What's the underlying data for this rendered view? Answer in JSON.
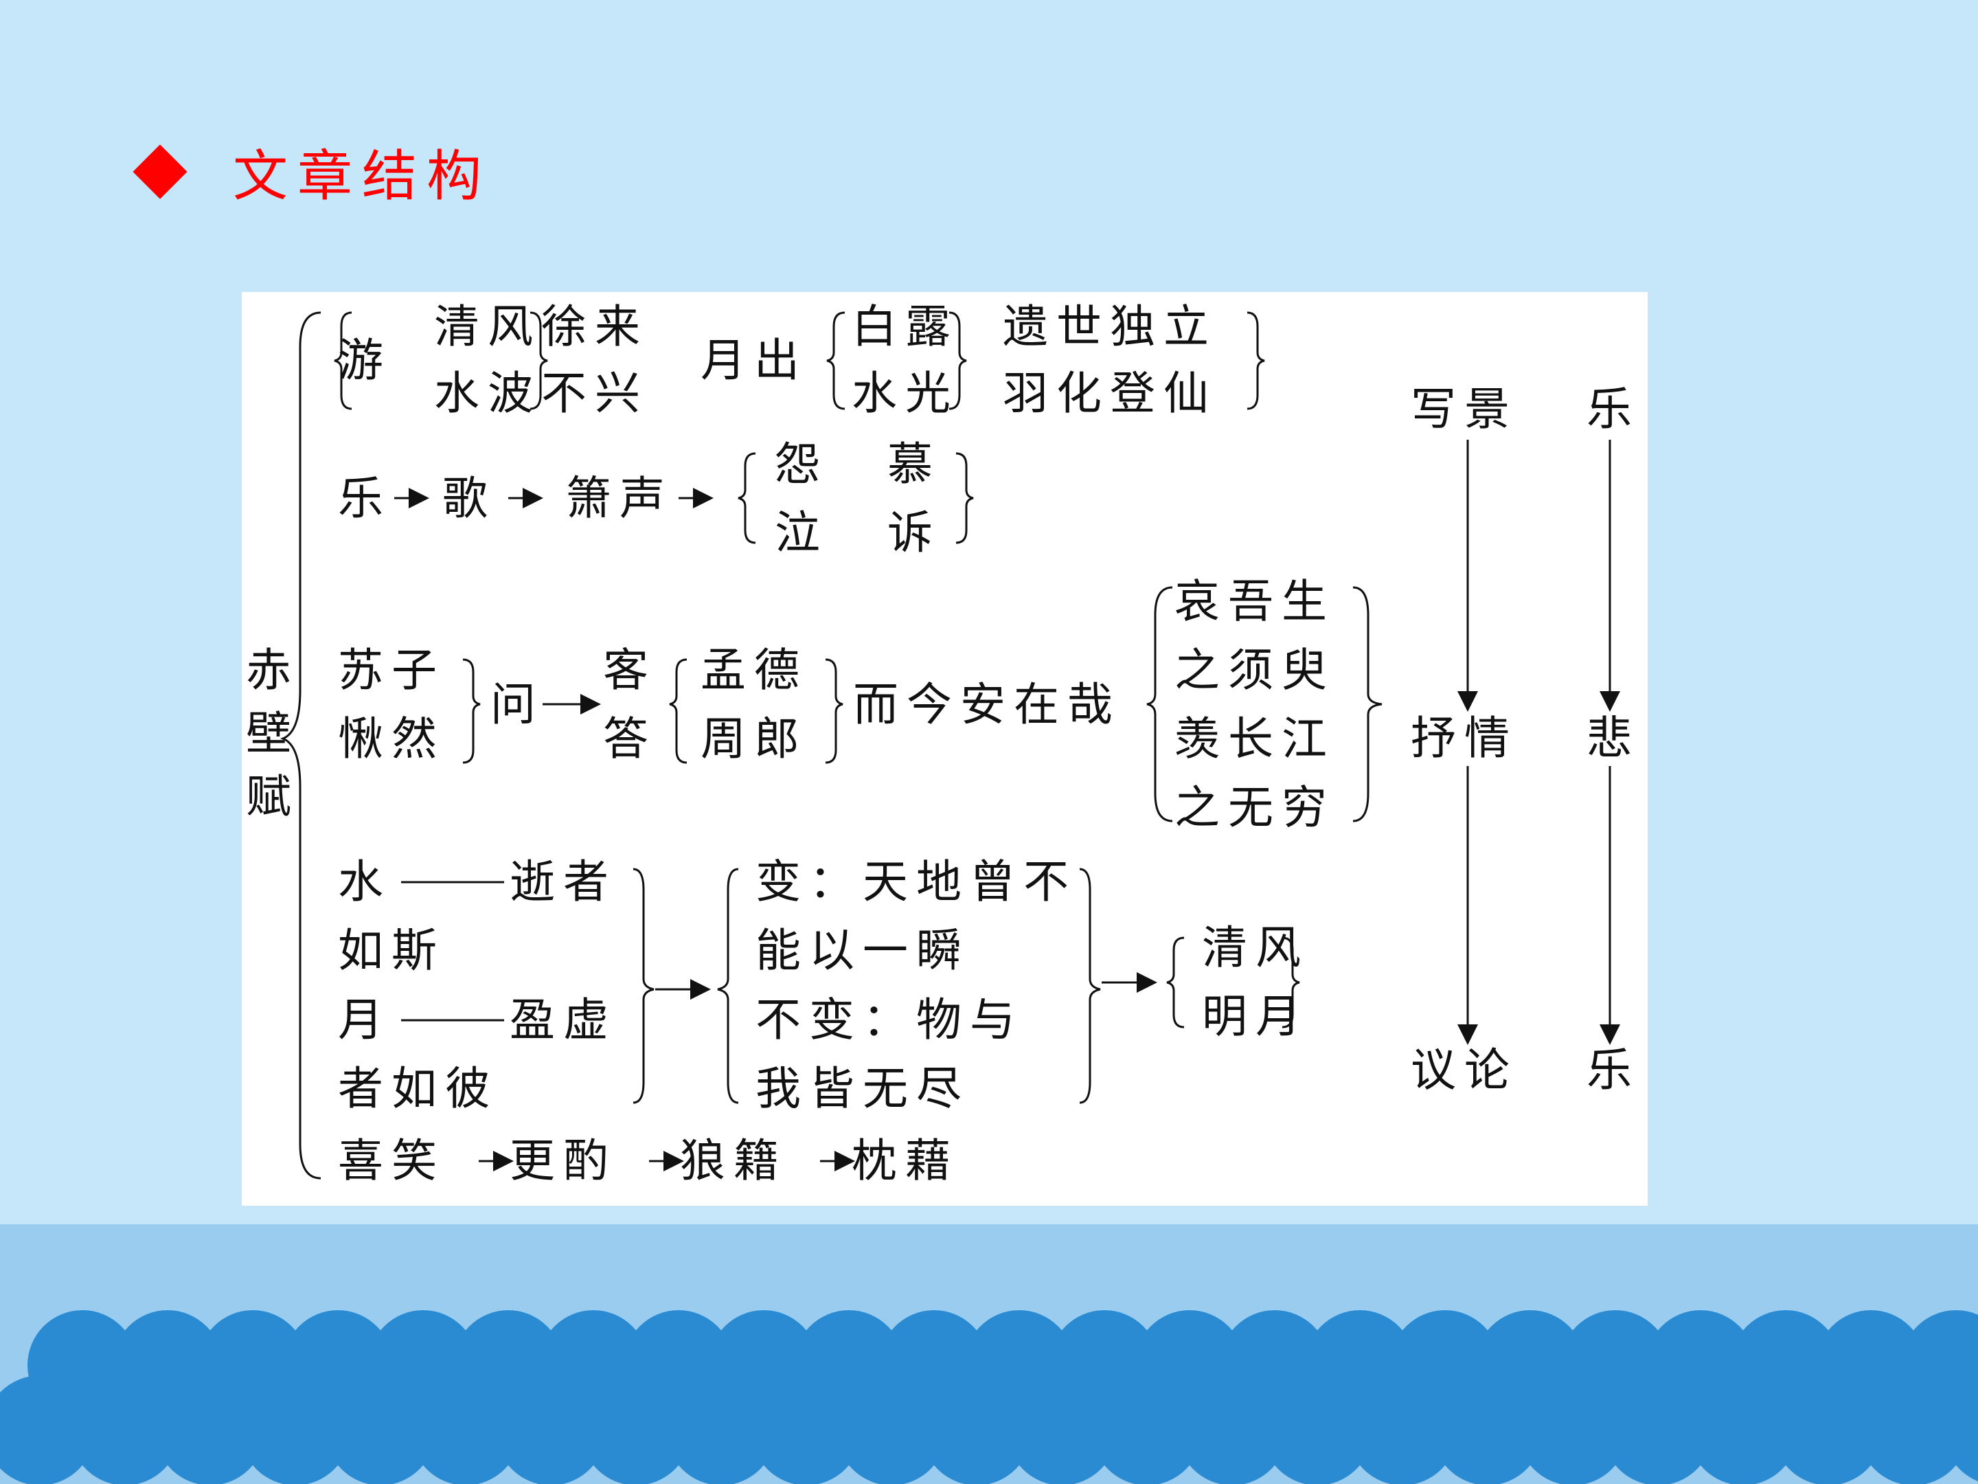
{
  "slide": {
    "title": "文章结构",
    "colors": {
      "background": "#c6e6fa",
      "title": "#ff0000",
      "sea": "#99ccee",
      "waves": "#2a8ad2"
    }
  },
  "diagram": {
    "root": "赤壁赋",
    "branch1": {
      "lead": "游",
      "pair1": [
        "清风徐来",
        "水波不兴"
      ],
      "mid": "月出",
      "pair2": [
        "白露",
        "水光"
      ],
      "pair3": [
        "遗世独立",
        "羽化登仙"
      ]
    },
    "branch2": {
      "chain": [
        "乐",
        "歌",
        "箫声"
      ],
      "emotions": [
        "怨",
        "慕",
        "泣",
        "诉"
      ]
    },
    "branch3": {
      "speaker": [
        "苏子",
        "愀然"
      ],
      "ask": "问",
      "guest": [
        "客",
        "答"
      ],
      "heroes": [
        "孟德",
        "周郎"
      ],
      "question": "而今安在哉",
      "laments": [
        "哀吾生",
        "之须臾",
        "羡长江",
        "之无穷"
      ]
    },
    "branch4": {
      "water": [
        "水",
        "逝者",
        "如斯"
      ],
      "moon": [
        "月",
        "盈虚",
        "者如彼"
      ],
      "philosophy": [
        "变：天地曾不",
        "能以一瞬",
        "不变：物与",
        "我皆无尽"
      ],
      "conclusion": [
        "清风",
        "明月"
      ]
    },
    "branch5": {
      "chain": [
        "喜笑",
        "更酌",
        "狼籍",
        "枕藉"
      ]
    },
    "stages": [
      "写景",
      "抒情",
      "议论"
    ],
    "moods": [
      "乐",
      "悲",
      "乐"
    ]
  }
}
